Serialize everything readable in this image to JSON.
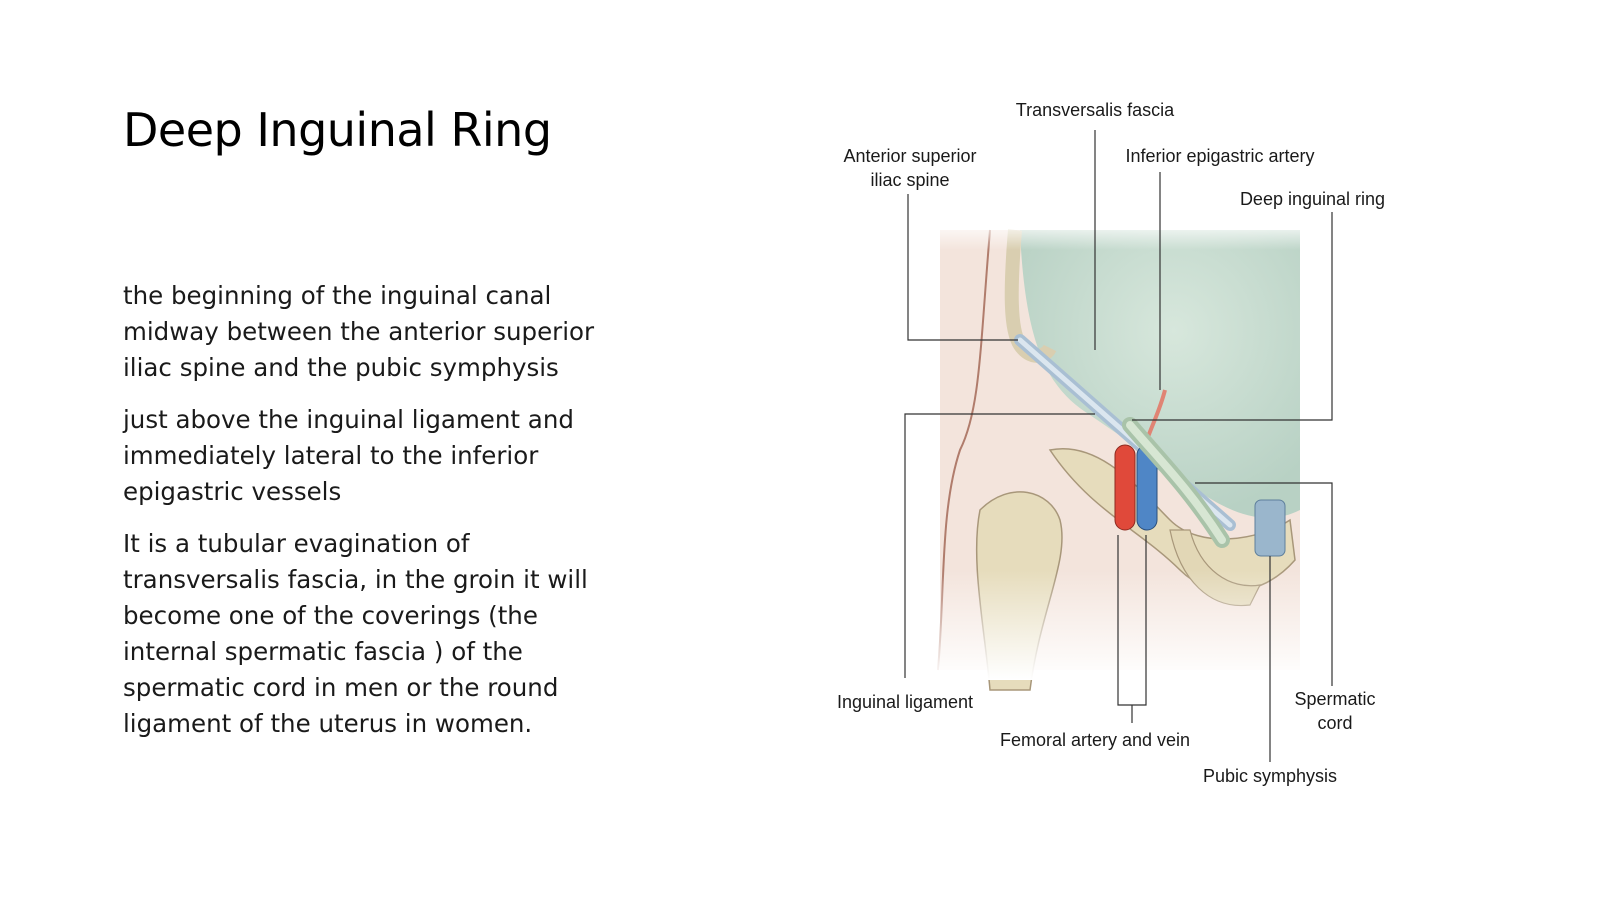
{
  "slide": {
    "title": "Deep Inguinal Ring",
    "paragraphs": [
      "the beginning of the inguinal canal\nmidway between the anterior superior\niliac spine and the pubic symphysis",
      "just above the inguinal ligament and\nimmediately lateral to the inferior\nepigastric vessels",
      "It is a tubular evagination of\ntransversalis fascia, in the groin it will\nbecome one of the coverings (the\ninternal spermatic fascia ) of the\nspermatic cord in men or the round\nligament of the uterus in women."
    ]
  },
  "figure": {
    "labels": {
      "transversalis_fascia": "Transversalis fascia",
      "asis": "Anterior superior\niliac spine",
      "inferior_epigastric": "Inferior epigastric artery",
      "deep_ring": "Deep inguinal ring",
      "inguinal_ligament": "Inguinal ligament",
      "femoral": "Femoral artery and vein",
      "spermatic_cord": "Spermatic\ncord",
      "pubic_symphysis": "Pubic symphysis"
    },
    "colors": {
      "fascia": "#c9dcd2",
      "bone": "#e6dcbc",
      "artery": "#e0493a",
      "vein": "#4f86c6",
      "skin": "#f3e4dc",
      "cord": "#cfe0cf"
    }
  }
}
